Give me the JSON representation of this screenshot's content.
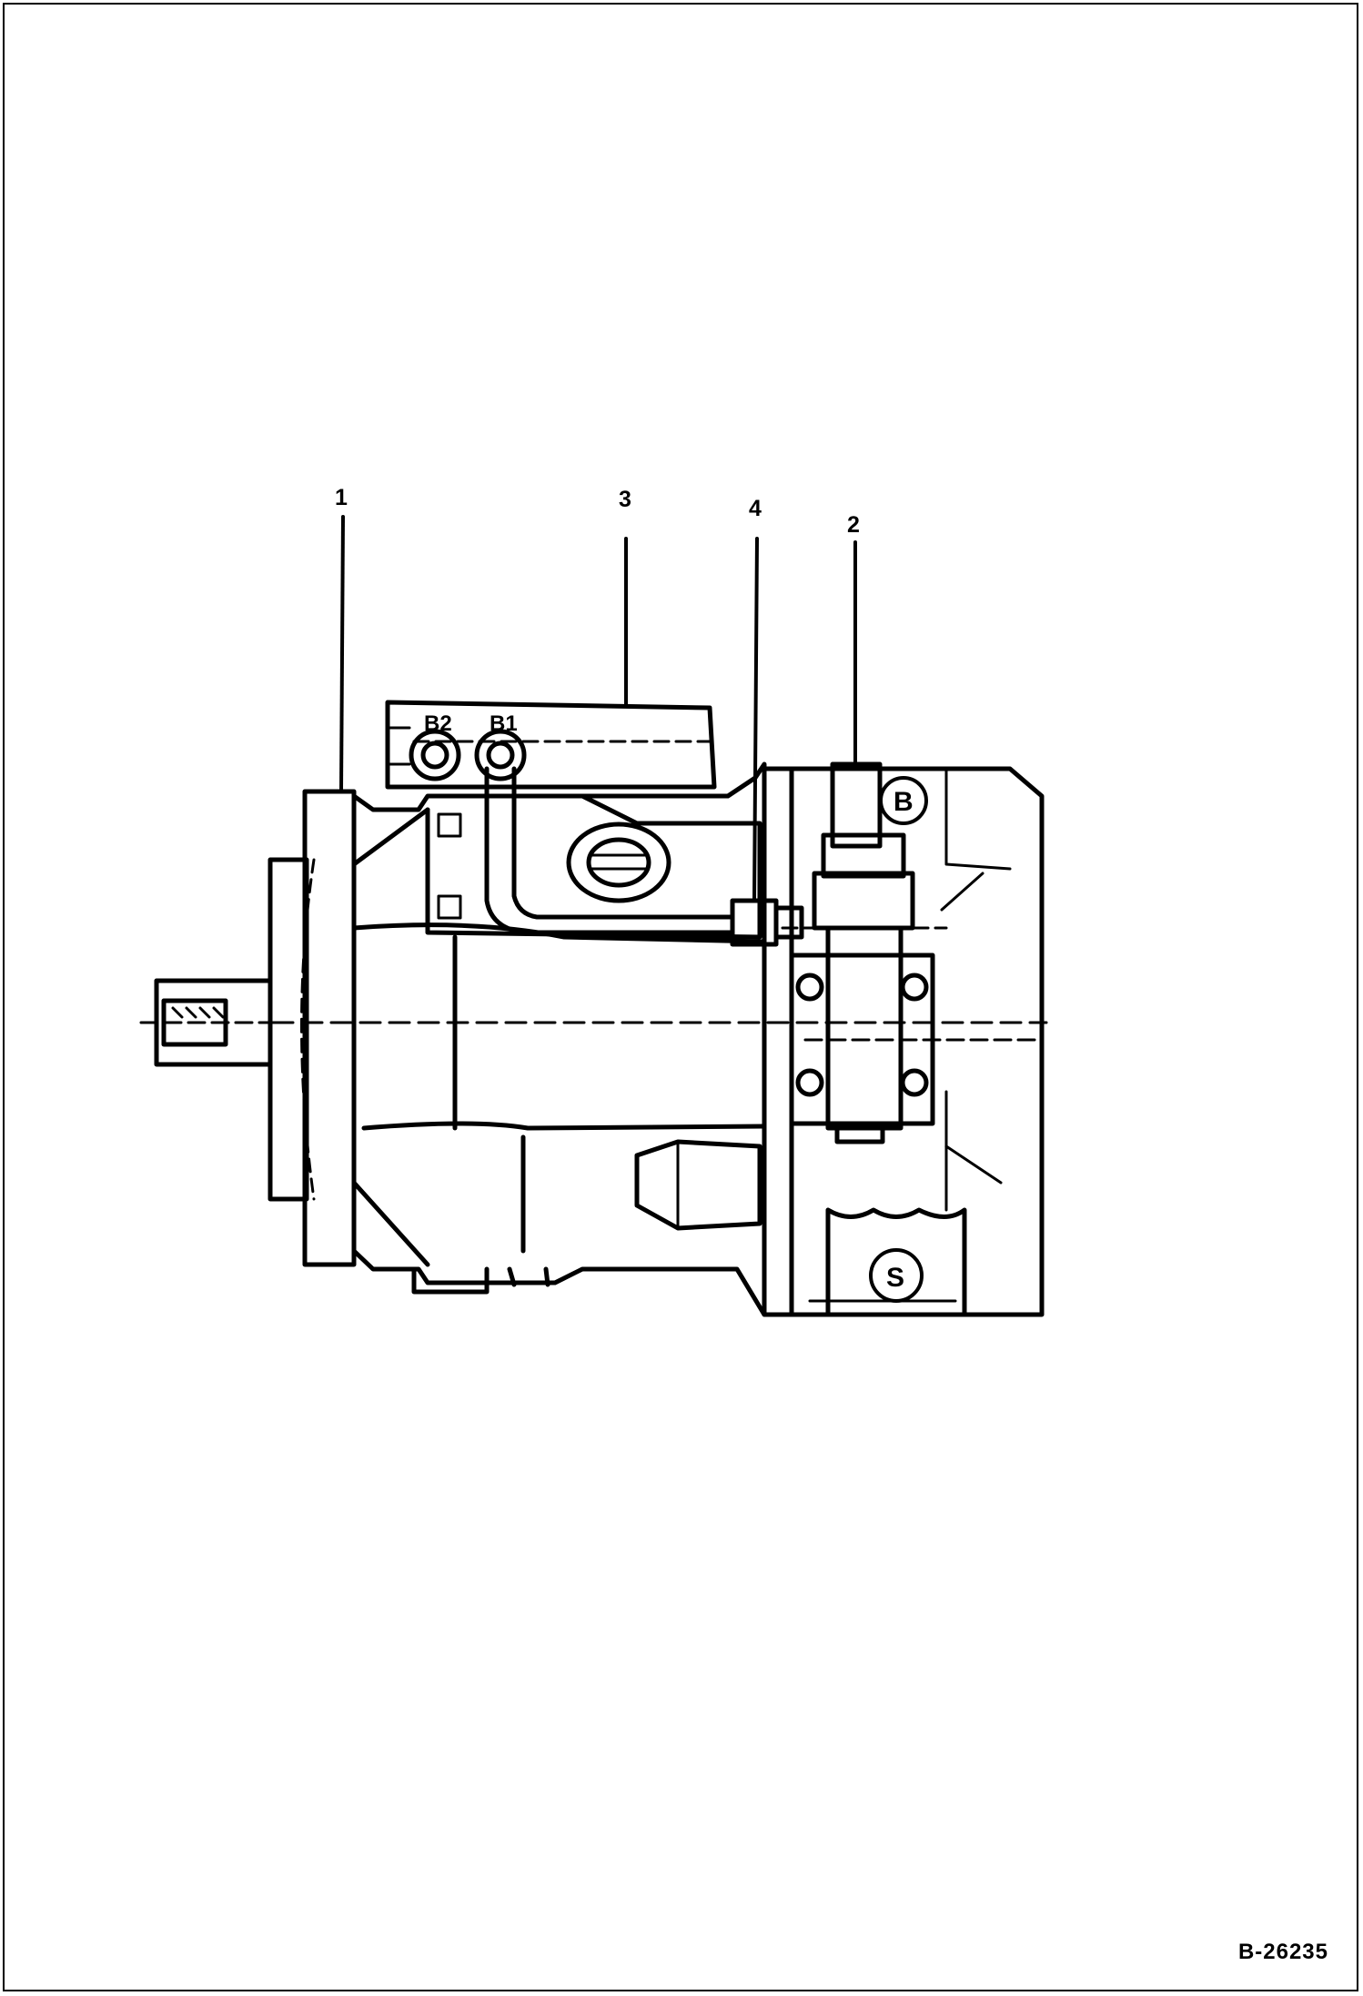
{
  "callouts": [
    {
      "id": "1",
      "label": "1"
    },
    {
      "id": "2",
      "label": "2"
    },
    {
      "id": "3",
      "label": "3"
    },
    {
      "id": "4",
      "label": "4"
    }
  ],
  "port_labels": {
    "b2": "B2",
    "b1": "B1",
    "b": "B",
    "s": "S"
  },
  "reference_number": "B-26235",
  "colors": {
    "line": "#000000",
    "background": "#ffffff"
  }
}
